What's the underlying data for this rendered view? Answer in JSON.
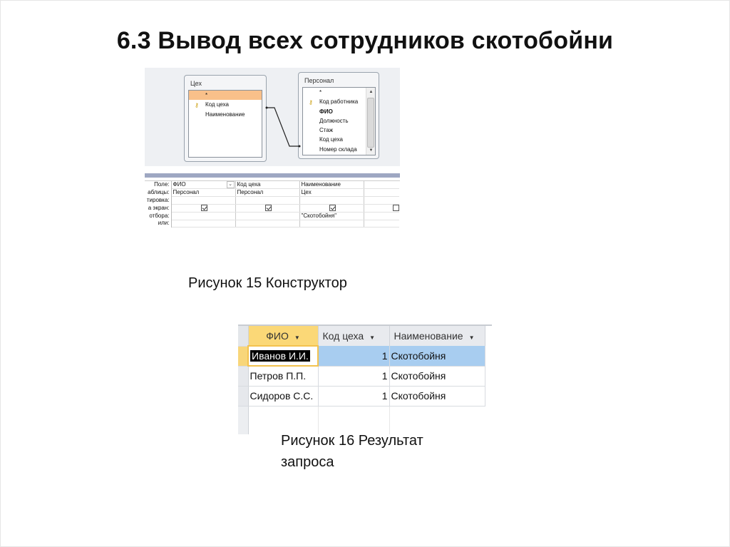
{
  "slide": {
    "title": "6.3 Вывод всех сотрудников скотобойни"
  },
  "figure15": {
    "caption": "Рисунок 15 Конструктор",
    "tables": [
      {
        "name": "Цех",
        "fields": [
          {
            "label": "*",
            "key": false,
            "selected": true
          },
          {
            "label": "Код цеха",
            "key": true,
            "selected": false
          },
          {
            "label": "Наименование",
            "key": false,
            "selected": false
          }
        ]
      },
      {
        "name": "Персонал",
        "fields": [
          {
            "label": "*",
            "key": false
          },
          {
            "label": "Код работника",
            "key": true
          },
          {
            "label": "ФИО",
            "key": false
          },
          {
            "label": "Должность",
            "key": false
          },
          {
            "label": "Стаж",
            "key": false
          },
          {
            "label": "Код цеха",
            "key": false
          },
          {
            "label": "Номер склада",
            "key": false
          }
        ]
      }
    ],
    "grid": {
      "row_labels": [
        "Поле:",
        "аблицы:",
        "тировка:",
        "а экран:",
        "отбора:",
        "или:"
      ],
      "columns": [
        {
          "field": "ФИО",
          "table": "Персонал",
          "sort": "",
          "show": true,
          "criteria": "",
          "or": ""
        },
        {
          "field": "Код цеха",
          "table": "Персонал",
          "sort": "",
          "show": true,
          "criteria": "",
          "or": ""
        },
        {
          "field": "Наименование",
          "table": "Цех",
          "sort": "",
          "show": true,
          "criteria": "\"Скотобойня\"",
          "or": ""
        },
        {
          "field": "",
          "table": "",
          "sort": "",
          "show": false,
          "criteria": "",
          "or": ""
        }
      ]
    }
  },
  "figure16": {
    "caption": "Рисунок 16 Результат запроса",
    "caption_line1": "Рисунок 16 Результат",
    "caption_line2": "запроса",
    "headers": [
      "ФИО",
      "Код цеха",
      "Наименование"
    ],
    "rows": [
      {
        "fio": "Иванов И.И.",
        "kod": "1",
        "naim": "Скотобойня"
      },
      {
        "fio": "Петров П.П.",
        "kod": "1",
        "naim": "Скотобойня"
      },
      {
        "fio": "Сидоров С.С.",
        "kod": "1",
        "naim": "Скотобойня"
      }
    ]
  },
  "icons": {
    "key": "key-icon",
    "dropdown": "chevron-down-icon",
    "checkbox": "checkbox-icon"
  },
  "colors": {
    "selected_field": "#f9c08a",
    "active_header": "#fbd877",
    "selected_row": "#a8cdf0",
    "splitter": "#9ea7c2"
  }
}
